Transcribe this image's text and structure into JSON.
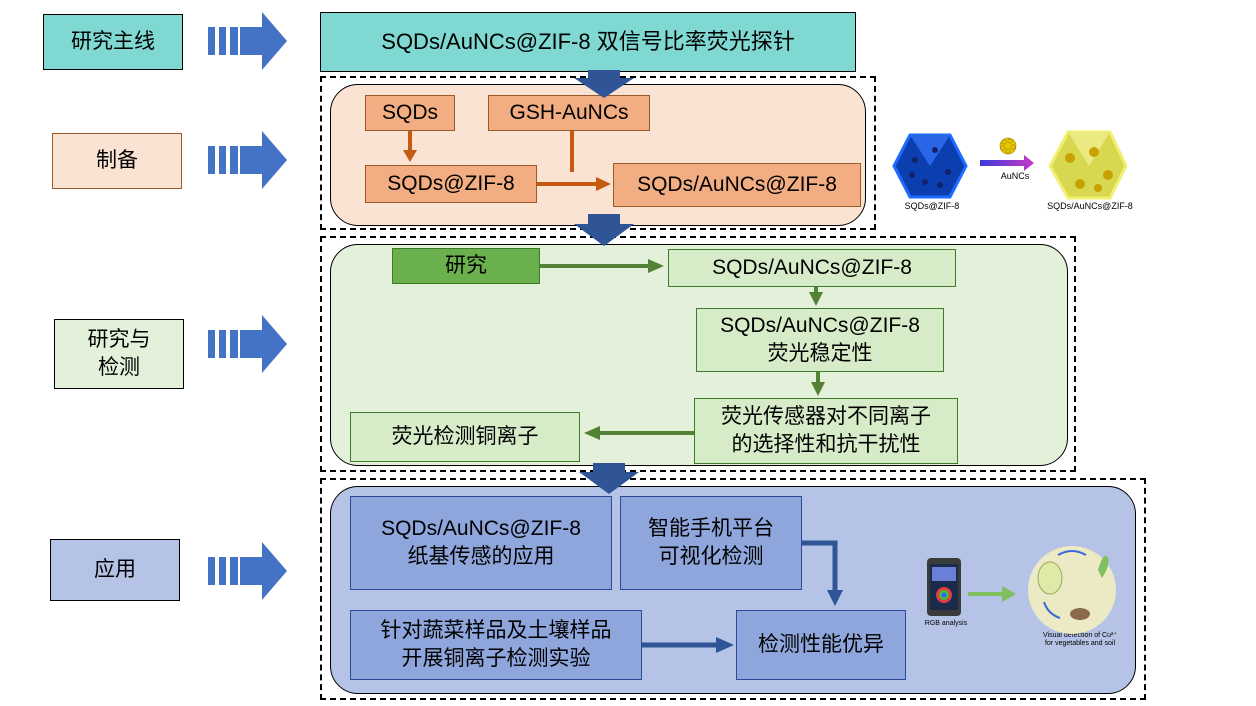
{
  "left_labels": {
    "main_line": "研究主线",
    "prep": "制备",
    "research_1": "研究与",
    "research_2": "检测",
    "app": "应用"
  },
  "top": {
    "title": "SQDs/AuNCs@ZIF-8 双信号比率荧光探针"
  },
  "prep": {
    "sqds": "SQDs",
    "gsh": "GSH-AuNCs",
    "sqds_zif": "SQDs@ZIF-8",
    "final": "SQDs/AuNCs@ZIF-8",
    "illus_left": "SQDs@ZIF-8",
    "illus_arrow": "AuNCs",
    "illus_right": "SQDs/AuNCs@ZIF-8"
  },
  "research": {
    "study": "研究",
    "probe": "SQDs/AuNCs@ZIF-8",
    "stability_1": "SQDs/AuNCs@ZIF-8",
    "stability_2": "荧光稳定性",
    "selectivity_1": "荧光传感器对不同离子",
    "selectivity_2": "的选择性和抗干扰性",
    "detect_cu": "荧光检测铜离子"
  },
  "application": {
    "paper_1": "SQDs/AuNCs@ZIF-8",
    "paper_2": "纸基传感的应用",
    "phone_1": "智能手机平台",
    "phone_2": "可视化检测",
    "samples_1": "针对蔬菜样品及土壤样品",
    "samples_2": "开展铜离子检测实验",
    "performance": "检测性能优异",
    "rgb": "RGB analysis",
    "visual_1": "Visual detection of Cu²⁺",
    "visual_2": "for vegetables and soil"
  },
  "colors": {
    "teal": "#7fd9d2",
    "orange_panel": "#fbe3d3",
    "green_panel": "#e3f1da",
    "blue_panel": "#b4c3e6",
    "arrow_blue": "#4472c4",
    "arrow_dark_blue": "#2f5597",
    "arrow_orange": "#c55a11",
    "arrow_green": "#548235"
  }
}
